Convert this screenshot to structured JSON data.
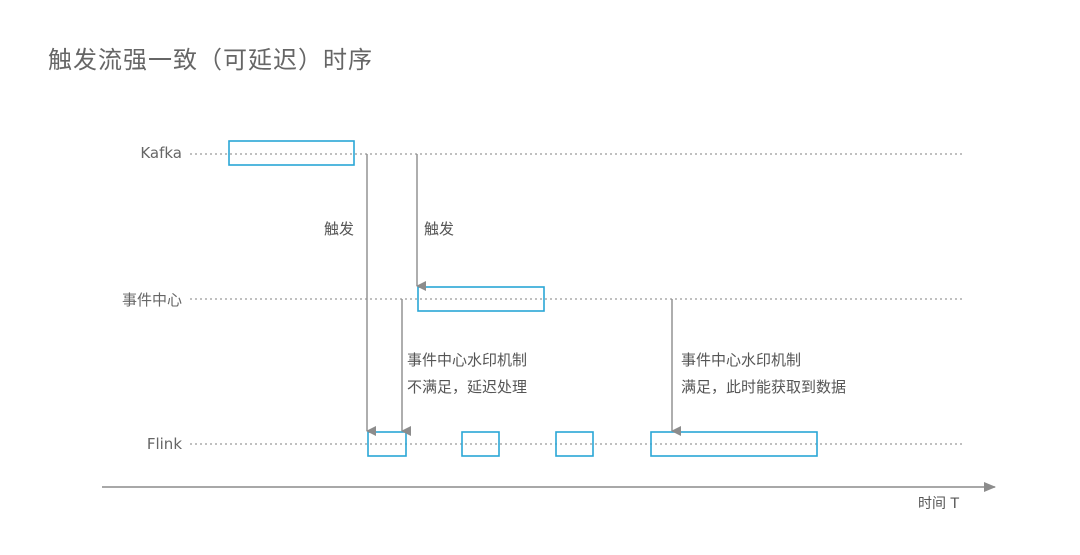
{
  "title": "触发流强一致（可延迟）时序",
  "lanes": {
    "kafka": "Kafka",
    "event_center": "事件中心",
    "flink": "Flink"
  },
  "arrows": {
    "trigger_1": "触发",
    "trigger_2": "触发"
  },
  "notes": {
    "delay_line1": "事件中心水印机制",
    "delay_line2": "不满足，延迟处理",
    "ready_line1": "事件中心水印机制",
    "ready_line2": "满足，此时能获取到数据"
  },
  "axis": {
    "time_label": "时间 T"
  },
  "colors": {
    "box_stroke": "#2aa6d6",
    "line": "#9a9a9a",
    "arrow": "#8c8c8c",
    "axis": "#8c8c8c"
  }
}
